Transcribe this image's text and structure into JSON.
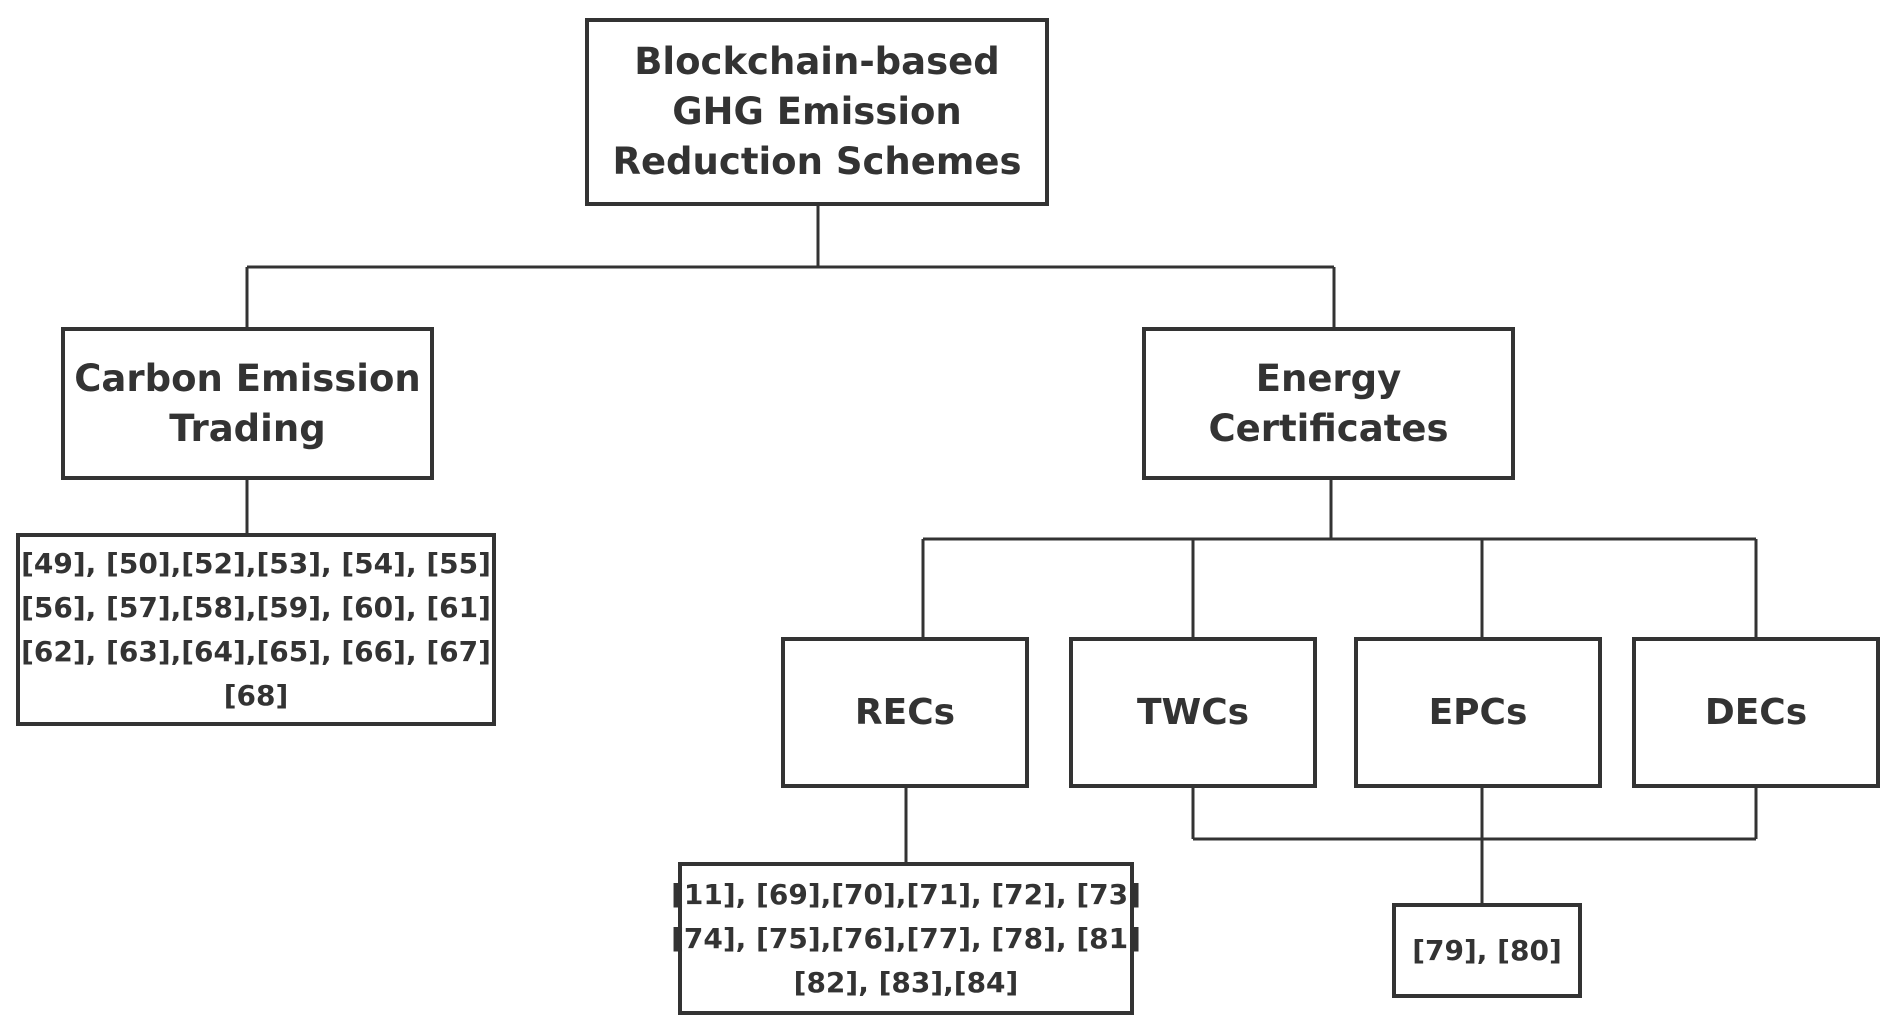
{
  "root": {
    "lines": [
      "Blockchain-based",
      "GHG Emission",
      "Reduction Schemes"
    ]
  },
  "carbon_trading": {
    "lines": [
      "Carbon Emission",
      "Trading"
    ],
    "refs": [
      "[49], [50],[52],[53], [54], [55]",
      "[56], [57],[58],[59], [60], [61]",
      "[62], [63],[64],[65], [66], [67]",
      "[68]"
    ]
  },
  "energy_certificates": {
    "label": "Energy Certificates",
    "children": [
      "RECs",
      "TWCs",
      "EPCs",
      "DECs"
    ],
    "recs_refs": [
      "[11], [69],[70],[71], [72], [73]",
      "[74], [75],[76],[77], [78], [81]",
      "[82], [83],[84]"
    ],
    "shared_refs": "[79], [80]"
  }
}
